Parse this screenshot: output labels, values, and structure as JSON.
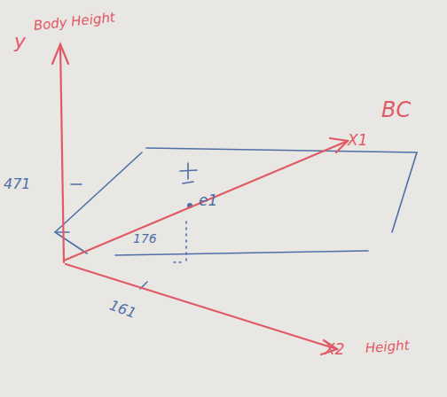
{
  "diagram": {
    "labels": [
      "y",
      "Body Height",
      "X1",
      "BC",
      "X2",
      "Height",
      "471",
      "161",
      "176",
      "e1"
    ]
  }
}
